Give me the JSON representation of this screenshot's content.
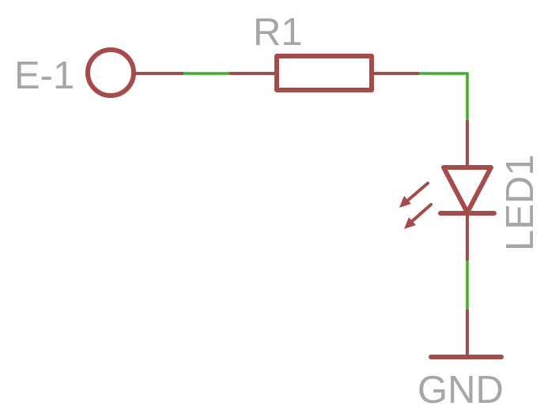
{
  "colors": {
    "symbol": "#a54b4b",
    "wire": "#3fae2a",
    "label": "#a6a6a6",
    "background": "#ffffff"
  },
  "labels": {
    "port": "E-1",
    "resistor": "R1",
    "led": "LED1",
    "ground": "GND"
  }
}
